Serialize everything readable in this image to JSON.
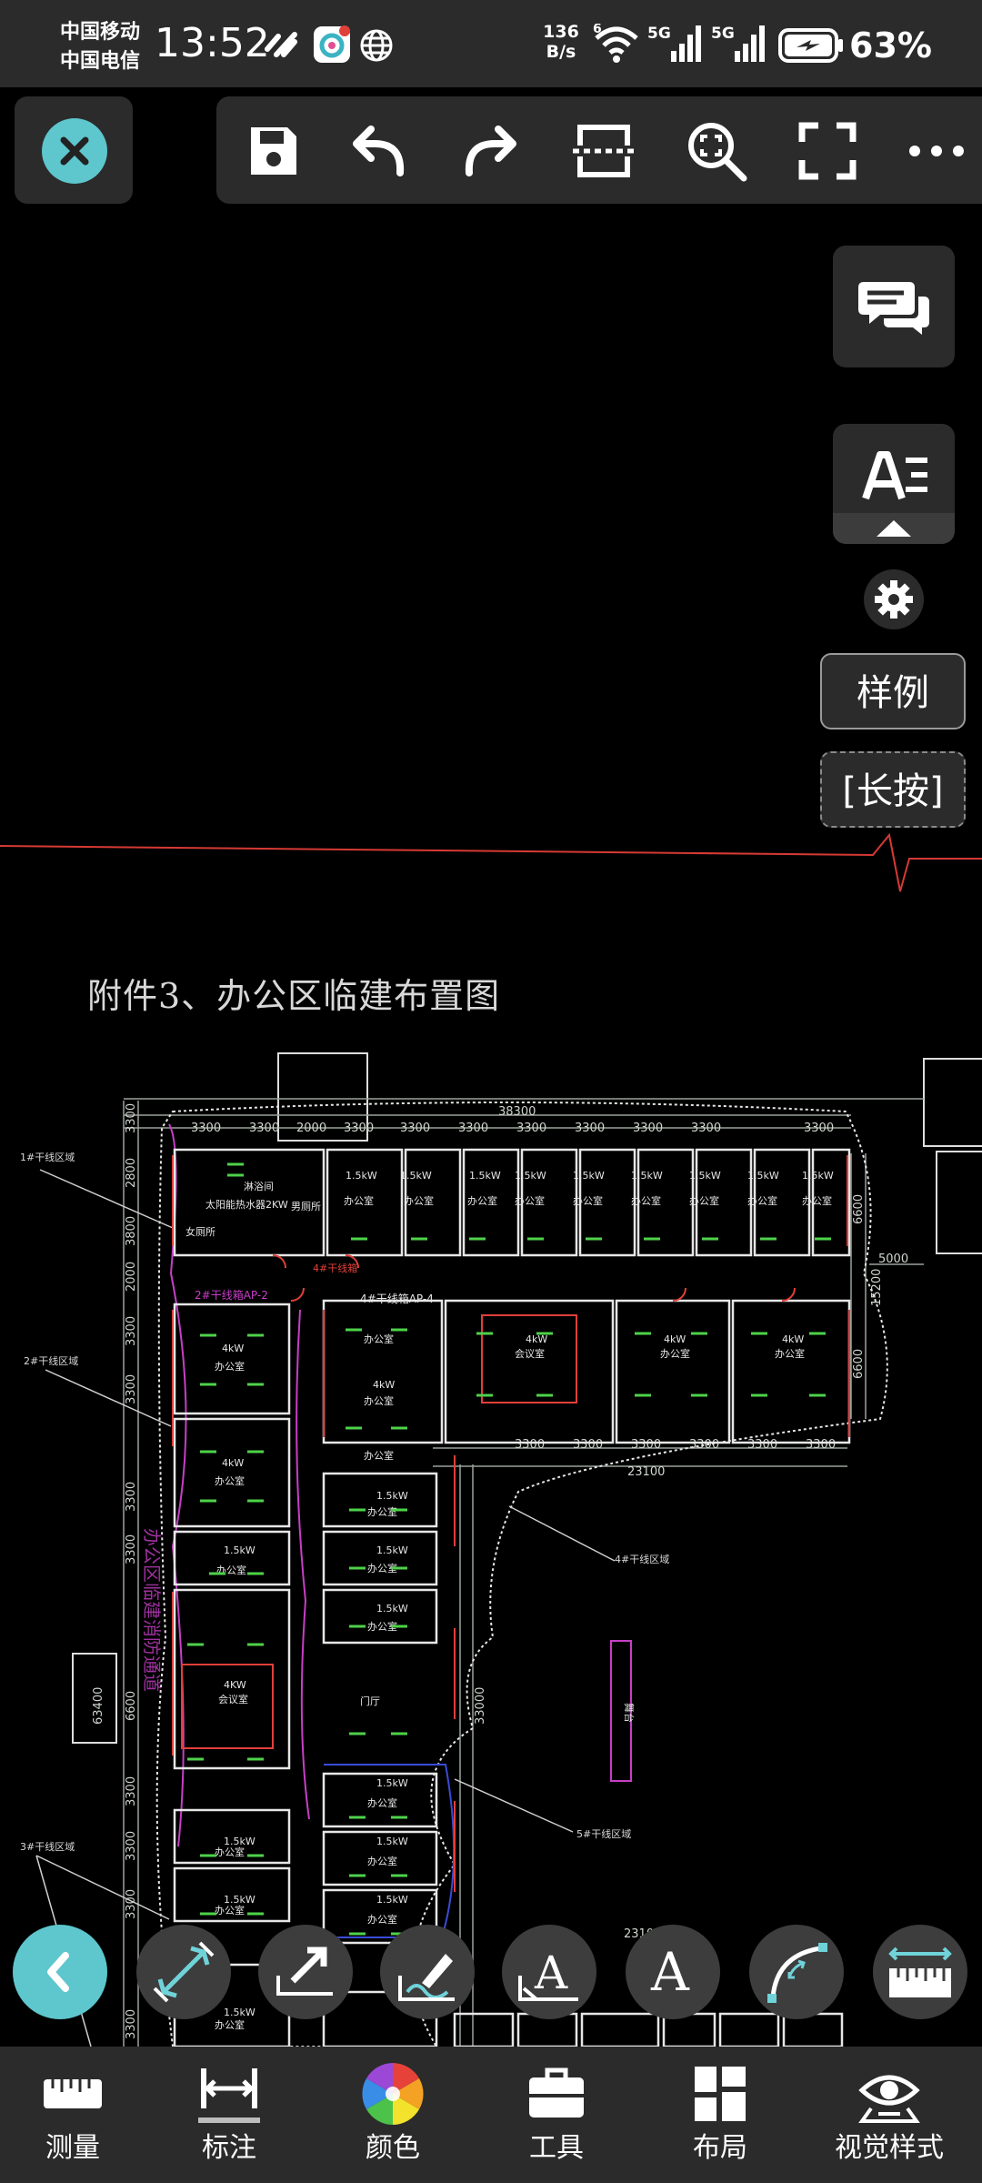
{
  "status_bar": {
    "carrier_1": "中国移动",
    "carrier_2": "中国电信",
    "time": "13:52",
    "net_speed_value": "136",
    "net_speed_unit": "B/s",
    "wifi_label": "6",
    "signal_1_label": "5G",
    "signal_2_label": "5G",
    "battery": "63%",
    "icons": [
      "link-icon",
      "app-badge-icon",
      "globe-icon",
      "wifi-icon",
      "signal-icon",
      "signal-icon",
      "battery-charging-icon"
    ]
  },
  "toolbar": {
    "close_icon": "close-icon",
    "items": [
      "save-icon",
      "undo-icon",
      "redo-icon",
      "split-view-icon",
      "zoom-extents-icon",
      "fullscreen-icon",
      "more-icon"
    ]
  },
  "side": {
    "comment_icon": "comment-icon",
    "text_style_icon": "text-style-icon",
    "settings_icon": "gear-icon",
    "legend_label": "样例",
    "longpress_label": "[长按]"
  },
  "drawing": {
    "title": "附件3、办公区临建布置图",
    "dims_top": [
      "3300",
      "3300",
      "2000",
      "3300",
      "3300",
      "3300",
      "3300",
      "3300",
      "3300",
      "3300",
      "3300"
    ],
    "overall_top": "38300",
    "dims_left": [
      "3300",
      "2800",
      "3800",
      "2000",
      "3300",
      "3300",
      "3300",
      "3300",
      "6600",
      "3300",
      "3300",
      "3300",
      "3300"
    ],
    "dims_mid": [
      "3300",
      "3300",
      "3300",
      "3300",
      "3300",
      "3300"
    ],
    "overall_mid": "23100",
    "overall_bottom": "23100",
    "right_dims": [
      "6600",
      "15200",
      "6600",
      "5000"
    ],
    "left_overall": "63400",
    "mid_overall": "33000",
    "labels": {
      "toilet": "女厕所",
      "toilet_2": "男厕所",
      "water": "太阳能热水器2KW",
      "bath": "淋浴间",
      "ap2": "2#干线箱AP-2",
      "ap4": "4#干线箱AP-4",
      "ap_mid": "4#干线箱",
      "office": "办公室",
      "meeting": "会议室",
      "gate": "门厅",
      "stage": "舞台",
      "zone1": "1#干线区域",
      "zone2": "2#干线区域",
      "zone3": "3#干线区域",
      "zone4": "4#干线区域",
      "zone5": "5#干线区域",
      "kw15": "1.5kW",
      "kw4": "4kW",
      "kw4b": "4KW",
      "walkway": "办公区临建消防通道"
    }
  },
  "annotate_tools": [
    "back-icon",
    "dimension-icon",
    "arrow-note-icon",
    "sketch-note-icon",
    "text-leader-icon",
    "text-icon",
    "arc-icon",
    "ruler-icon"
  ],
  "bottom_nav": [
    {
      "label": "测量",
      "icon": "ruler-tape-icon"
    },
    {
      "label": "标注",
      "icon": "dimension-icon"
    },
    {
      "label": "颜色",
      "icon": "color-wheel-icon"
    },
    {
      "label": "工具",
      "icon": "toolbox-icon"
    },
    {
      "label": "布局",
      "icon": "layout-icon"
    },
    {
      "label": "视觉样式",
      "icon": "visual-style-icon"
    }
  ],
  "colors": {
    "accent": "#5ec6cd",
    "panel": "#2b2b2b",
    "wall": "#e6e6e6",
    "dim": "#9aa39a",
    "red": "#e0403a",
    "green": "#4ed24a",
    "magenta": "#c63fc6",
    "blue": "#3a4cd6"
  }
}
